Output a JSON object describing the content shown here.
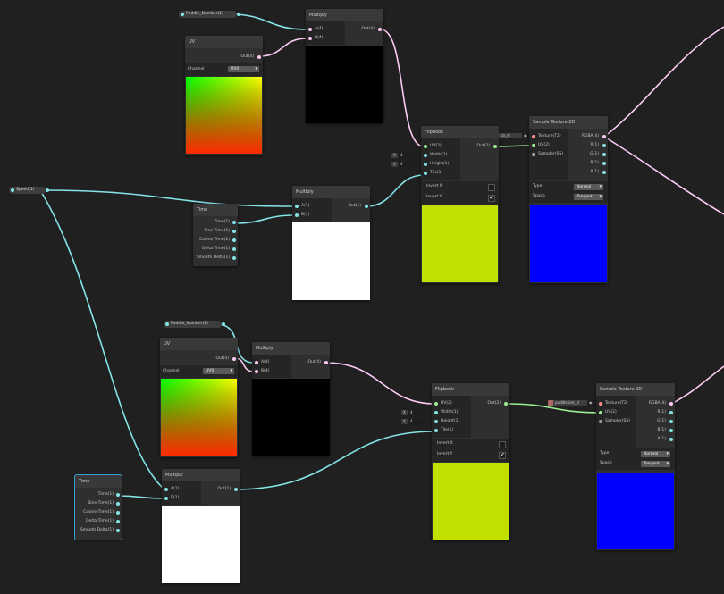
{
  "props": {
    "puddle_num_1": "Puddle_Number(1)",
    "speed": "Speed(1)",
    "puddle_num_2": "Puddle_Number(1)"
  },
  "uv": {
    "title": "UV",
    "out_label": "Out(4)",
    "channel_label": "Channel",
    "channel_value": "UV0"
  },
  "multiply": {
    "title": "Multiply",
    "a_label": "A(4)",
    "b_label": "B(4)",
    "out_label": "Out(4)",
    "a1_label": "A(1)",
    "b1_label": "B(1)",
    "out1_label": "Out(1)"
  },
  "time": {
    "title": "Time",
    "outputs": [
      "Time(1)",
      "Sine Time(1)",
      "Cosine Time(1)",
      "Delta Time(1)",
      "Smooth Delta(1)"
    ]
  },
  "flipbook": {
    "title": "Flipbook",
    "uv_label": "UV(2)",
    "width_label": "Width(1)",
    "height_label": "Height(1)",
    "tile_label": "Tile(1)",
    "out_label": "Out(2)",
    "invert_x": "Invert X",
    "invert_y": "Invert Y",
    "x_axis": "X",
    "width_value": "4",
    "height_value": "4",
    "check": "✔",
    "tex_ref_1": "ba_nl",
    "tex_ref_2": "puddlefore_nl"
  },
  "sample": {
    "title": "Sample Texture 2D",
    "texture_label": "Texture(T2)",
    "uv_label": "UV(2)",
    "sampler_label": "Sampler(SS)",
    "rgba_label": "RGBA(4)",
    "r_label": "R(1)",
    "g_label": "G(1)",
    "b_label": "B(1)",
    "a_label": "A(1)",
    "type_label": "Type",
    "type_value": "Normal",
    "space_label": "Space",
    "space_value": "Tangent"
  },
  "colors": {
    "float": "#84e4e7",
    "vector2": "#9aef92",
    "vector4": "#fbcbf4",
    "texture": "#ff8b8b",
    "flipbook_preview": "#c2e000",
    "sample_preview": "#0000ff",
    "selected_outline": "#3b9fd6"
  }
}
